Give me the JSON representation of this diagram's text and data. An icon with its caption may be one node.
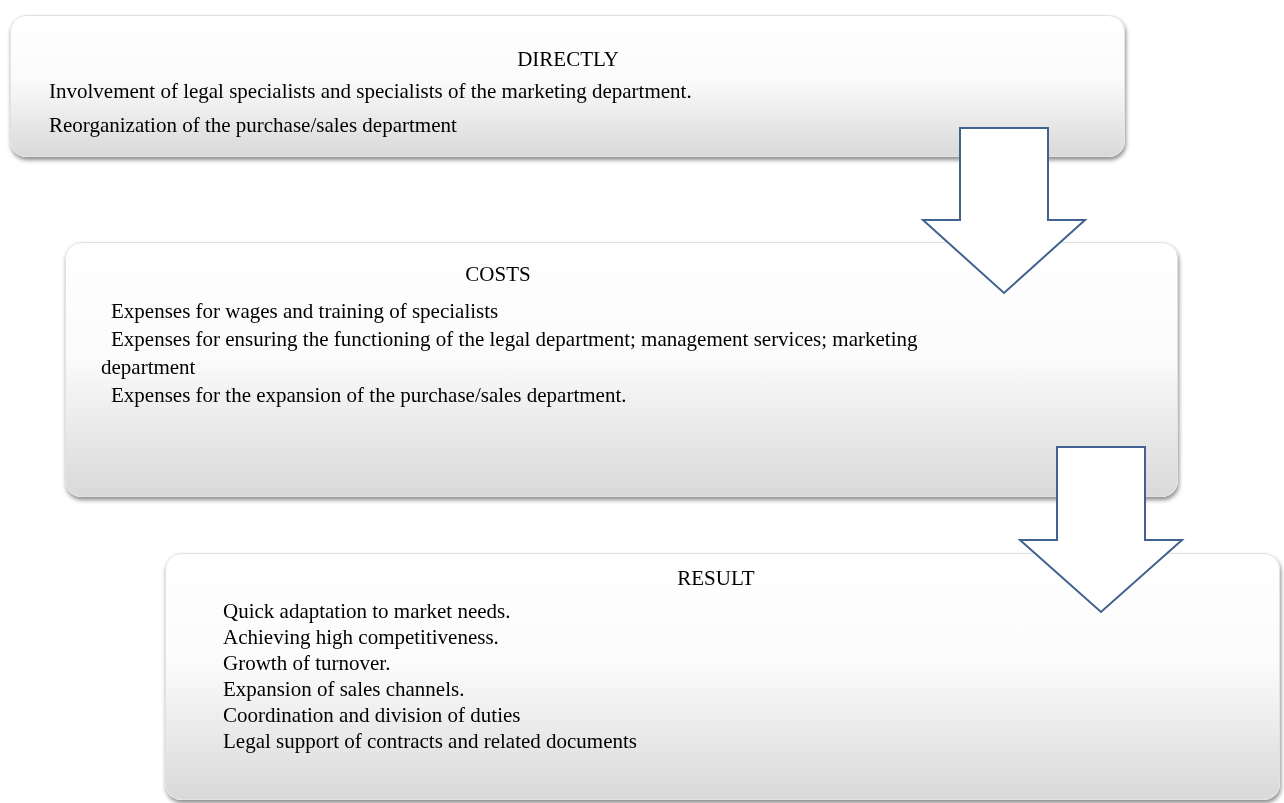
{
  "diagram": {
    "nodes": [
      {
        "text": [
          "DIRECTLY",
          "Involvement of legal specialists and specialists of the marketing department.",
          "Reorganization of the purchase/sales department"
        ]
      },
      {
        "text": [
          "COSTS",
          "Expenses for wages and training of specialists",
          "Expenses for ensuring the functioning of the legal department; management services; marketing department",
          "Expenses for the expansion of the purchase/sales department."
        ]
      },
      {
        "text": [
          "RESULT",
          "Quick adaptation to market needs.",
          "Achieving high competitiveness.",
          "Growth of turnover.",
          "Expansion of sales channels.",
          "Coordination and division of duties",
          "Legal support of contracts and related documents"
        ]
      }
    ],
    "edges": [
      {
        "from": 0,
        "to": 1,
        "arrow": "to"
      },
      {
        "from": 1,
        "to": 2,
        "arrow": "to"
      }
    ]
  }
}
